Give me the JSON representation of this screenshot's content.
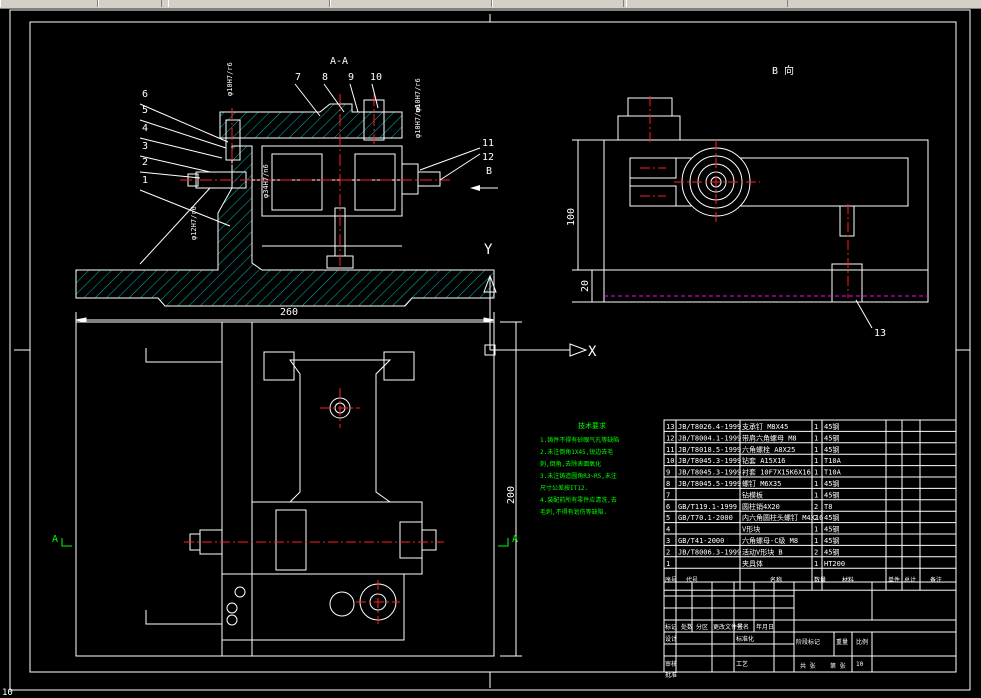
{
  "drawing": {
    "section_label": "A-A",
    "view_b_label": "B 向",
    "arrow_b_label": "B",
    "axis_x_label": "X",
    "axis_y_label": "Y",
    "section_marker_left": "A",
    "section_marker_right": "A",
    "dims": {
      "width_260": "260",
      "height_200": "200",
      "height_100": "100",
      "height_20": "20"
    },
    "fits": [
      "φ10H7/r6",
      "φ10H7/r6",
      "φ10H7/n6",
      "φ34H7/n6",
      "φ12H7/r6"
    ],
    "balloons": [
      "6",
      "5",
      "4",
      "3",
      "2",
      "1",
      "7",
      "8",
      "9",
      "10",
      "11",
      "12",
      "13"
    ],
    "tech_title": "技术要求",
    "tech_lines": [
      "1.铸件不得有砂眼气孔等缺陷",
      "2.未注倒角1X45,锐边去毛",
      "刺,倒角,去除表面氧化",
      "3.未注铸造圆角R3~R5,未注",
      "尺寸公差按IT12.",
      "4.装配前所有零件应清洗,去",
      "毛刺,不得有划伤等缺陷."
    ]
  },
  "bom": {
    "rows": [
      {
        "no": "13",
        "std": "JB/T8026.4-1999",
        "name": "支承钉 M8X45",
        "qty": "1",
        "mat": "45钢"
      },
      {
        "no": "12",
        "std": "JB/T8004.1-1999",
        "name": "带肩六角螺母 M8",
        "qty": "1",
        "mat": "45钢"
      },
      {
        "no": "11",
        "std": "JB/T8018.5-1999",
        "name": "六角螺栓 A8X25",
        "qty": "1",
        "mat": "45钢"
      },
      {
        "no": "10",
        "std": "JB/T8045.3-1999",
        "name": "钻套 A15X16",
        "qty": "1",
        "mat": "T10A"
      },
      {
        "no": "9",
        "std": "JB/T8045.3-1999",
        "name": "衬套 10F7X15K6X16",
        "qty": "1",
        "mat": "T10A"
      },
      {
        "no": "8",
        "std": "JB/T8045.5-1999",
        "name": "螺钉 M6X35",
        "qty": "1",
        "mat": "45钢"
      },
      {
        "no": "7",
        "std": "",
        "name": "钻模板",
        "qty": "1",
        "mat": "45钢"
      },
      {
        "no": "6",
        "std": "GB/T119.1-1999",
        "name": "圆柱销4X20",
        "qty": "2",
        "mat": "T8"
      },
      {
        "no": "5",
        "std": "GB/T70.1-2000",
        "name": "内六角圆柱头螺钉 M4X16",
        "qty": "2",
        "mat": "45钢"
      },
      {
        "no": "4",
        "std": "",
        "name": "V形块",
        "qty": "1",
        "mat": "45钢"
      },
      {
        "no": "3",
        "std": "GB/T41-2000",
        "name": "六角螺母-C级 M8",
        "qty": "1",
        "mat": "45钢"
      },
      {
        "no": "2",
        "std": "JB/T8006.3-1999",
        "name": "活动V形块 B",
        "qty": "2",
        "mat": "45钢"
      },
      {
        "no": "1",
        "std": "",
        "name": "夹具体",
        "qty": "1",
        "mat": "HT200"
      }
    ],
    "header": [
      "序号",
      "代号",
      "名称",
      "数量",
      "材料",
      "单件",
      "总计",
      "备注"
    ],
    "title_block": {
      "row1": [
        "标记",
        "处数",
        "分区",
        "更改文件号",
        "签名",
        "年月日"
      ],
      "designer": "设计",
      "standard": "标准化",
      "stage": "阶段标记",
      "weight": "重量",
      "scale": "比例",
      "review": "审核",
      "process": "工艺",
      "approve": "批准",
      "sheet_total": "共 张",
      "sheet_no": "第 张",
      "scale_value": "10"
    }
  },
  "colors": {
    "background": "#000000",
    "part": "#ffffff",
    "hatch": "#00b8b8",
    "center": "#ff2020",
    "text": "#ffffff",
    "note": "#00ff00",
    "hidden": "#ff00ff",
    "table": "#ffffff"
  },
  "status": {
    "command_text": "10"
  }
}
